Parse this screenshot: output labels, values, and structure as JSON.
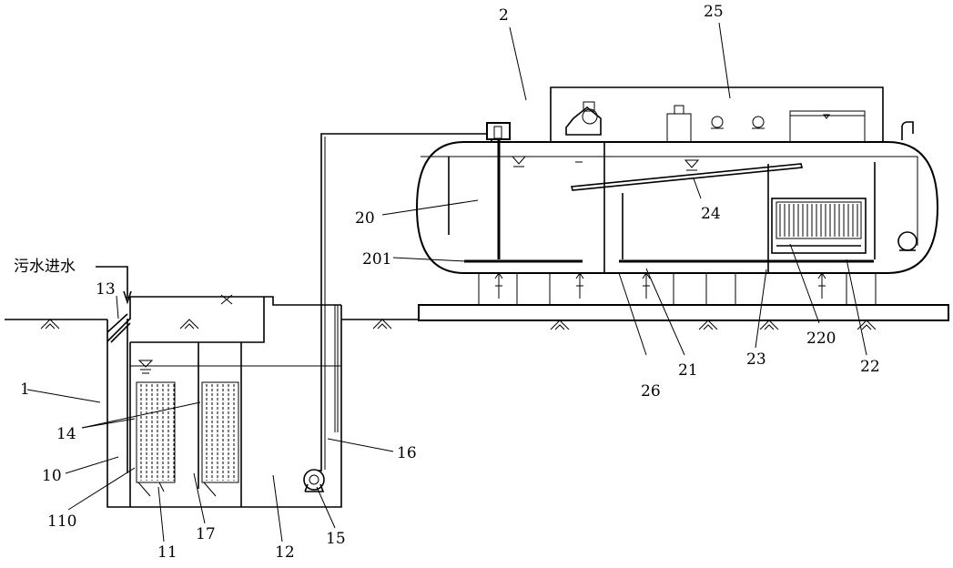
{
  "inlet_text": "污水进水",
  "labels": {
    "l1": "1",
    "l2": "2",
    "l10": "10",
    "l11": "11",
    "l12": "12",
    "l13": "13",
    "l14": "14",
    "l15": "15",
    "l16": "16",
    "l17": "17",
    "l20": "20",
    "l21": "21",
    "l22": "22",
    "l23": "23",
    "l24": "24",
    "l25": "25",
    "l26": "26",
    "l110": "110",
    "l201": "201",
    "l220": "220"
  },
  "components": [
    "ground-line",
    "underground-tank",
    "inlet-pipe",
    "screen",
    "membrane-module",
    "lift-pump",
    "lift-pipe",
    "overflow-pipe",
    "cylindrical-vessel",
    "aeration-tank",
    "membrane-tank",
    "membrane-unit",
    "tilted-plate",
    "equipment-room",
    "base-platform"
  ]
}
